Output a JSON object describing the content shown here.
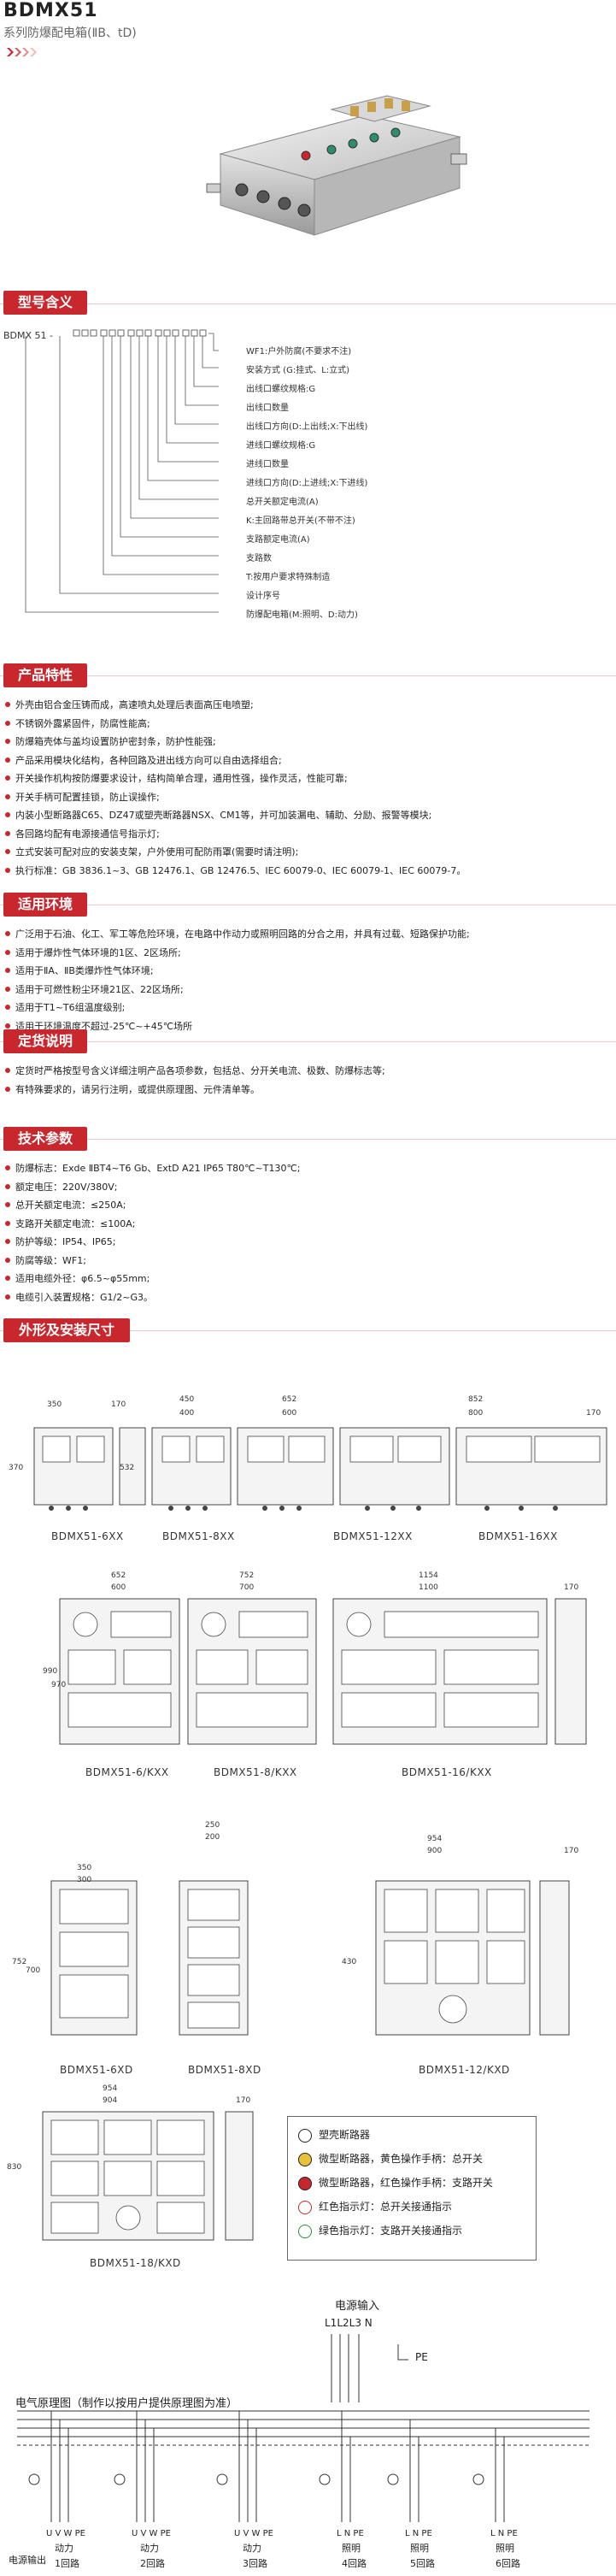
{
  "header": {
    "title": "BDMX51",
    "subtitle": "系列防爆配电箱(ⅡB、tD)"
  },
  "sections": {
    "model_meaning": "型号含义",
    "features": "产品特性",
    "environment": "适用环境",
    "ordering": "定货说明",
    "specs": "技术参数",
    "dimensions": "外形及安装尺寸"
  },
  "model_code": {
    "prefix": "BDMX 51 -",
    "labels": [
      "WF1:户外防腐(不要求不注)",
      "安装方式 (G:挂式、L:立式)",
      "出线口螺纹规格:G",
      "出线口数量",
      "出线口方向(D:上出线;X:下出线)",
      "进线口螺纹规格:G",
      "进线口数量",
      "进线口方向(D:上进线;X:下进线)",
      "总开关额定电流(A)",
      "K:主回路带总开关(不带不注)",
      "支路额定电流(A)",
      "支路数",
      "T:按用户要求特殊制造",
      "设计序号",
      "防爆配电箱(M:照明、D:动力)"
    ]
  },
  "features": [
    "外壳由铝合金压铸而成，高速喷丸处理后表面高压电喷塑;",
    "不锈钢外露紧固件，防腐性能高;",
    "防爆箱壳体与盖均设置防护密封条，防护性能强;",
    "产品采用模块化结构，各种回路及进出线方向可以自由选择组合;",
    "开关操作机构按防爆要求设计，结构简单合理，通用性强，操作灵活，性能可靠;",
    "开关手柄可配置挂锁，防止误操作;",
    "内装小型断路器C65、DZ47或塑壳断路器NSX、CM1等，并可加装漏电、辅助、分励、报警等模块;",
    "各回路均配有电源接通信号指示灯;",
    "立式安装可配对应的安装支架，户外使用可配防雨罩(需要时请注明);",
    "执行标准：GB 3836.1~3、GB 12476.1、GB 12476.5、IEC 60079-0、IEC 60079-1、IEC 60079-7。"
  ],
  "environment": [
    "广泛用于石油、化工、军工等危险环境，在电路中作动力或照明回路的分合之用，并具有过载、短路保护功能;",
    "适用于爆炸性气体环境的1区、2区场所;",
    "适用于ⅡA、ⅡB类爆炸性气体环境;",
    "适用于可燃性粉尘环境21区、22区场所;",
    "适用于T1~T6组温度级别;",
    "适用于环境温度不超过-25℃~+45℃场所"
  ],
  "ordering": [
    "定货时严格按型号含义详细注明产品各项参数，包括总、分开关电流、极数、防爆标志等;",
    "有特殊要求的，请另行注明，或提供原理图、元件清单等。"
  ],
  "specs": [
    "防爆标志：Exde ⅡBT4~T6 Gb、ExtD A21 IP65 T80℃~T130℃;",
    "额定电压：220V/380V;",
    "总开关额定电流：≤250A;",
    "支路开关额定电流：≤100A;",
    "防护等级：IP54、IP65;",
    "防腐等级：WF1;",
    "适用电缆外径：φ6.5~φ55mm;",
    "电缆引入装置规格：G1/2~G3。"
  ],
  "dims": {
    "row1": {
      "cap1": "BDMX51-6XX",
      "cap2": "BDMX51-8XX",
      "cap3": "BDMX51-12XX",
      "cap4": "BDMX51-16XX",
      "d1": "350",
      "d2": "170",
      "d3": "450",
      "d4": "400",
      "d5": "652",
      "d6": "600",
      "d7": "852",
      "d8": "800",
      "d9": "170",
      "h1": "532",
      "h2": "370"
    },
    "row2": {
      "cap1": "BDMX51-6/KXX",
      "cap2": "BDMX51-8/KXX",
      "cap3": "BDMX51-16/KXX",
      "d1": "652",
      "d2": "600",
      "d3": "752",
      "d4": "700",
      "d5": "1154",
      "d6": "1100",
      "d7": "170",
      "h1": "990",
      "h2": "970"
    },
    "row3": {
      "cap1": "BDMX51-6XD",
      "cap2": "BDMX51-8XD",
      "cap3": "BDMX51-12/KXD",
      "d1": "350",
      "d2": "300",
      "d3": "250",
      "d4": "200",
      "d5": "954",
      "d6": "900",
      "d7": "170",
      "h1": "752",
      "h2": "700",
      "h3": "430"
    },
    "row4": {
      "cap1": "BDMX51-18/KXD",
      "d1": "954",
      "d2": "904",
      "d3": "170",
      "h1": "830"
    }
  },
  "legend": [
    "塑壳断路器",
    "微型断路器，黄色操作手柄：总开关",
    "微型断路器，红色操作手柄：支路开关",
    "红色指示灯：总开关接通指示",
    "绿色指示灯：支路开关接通指示"
  ],
  "schematic": {
    "input_label": "电源输入",
    "phases": "L1L2L3 N",
    "pe": "PE",
    "title": "电气原理图（制作以按用户提供原理图为准）",
    "bottom": [
      {
        "terms": "U V W PE",
        "type": "动力",
        "circuit": "1回路",
        "lead": "电源输出"
      },
      {
        "terms": "U V W PE",
        "type": "动力",
        "circuit": "2回路"
      },
      {
        "terms": "U V W PE",
        "type": "动力",
        "circuit": "3回路"
      },
      {
        "terms": "L N PE",
        "type": "照明",
        "circuit": "4回路"
      },
      {
        "terms": "L N PE",
        "type": "照明",
        "circuit": "5回路"
      },
      {
        "terms": "L N PE",
        "type": "照明",
        "circuit": "6回路"
      }
    ]
  },
  "colors": {
    "accent": "#c8272d"
  }
}
